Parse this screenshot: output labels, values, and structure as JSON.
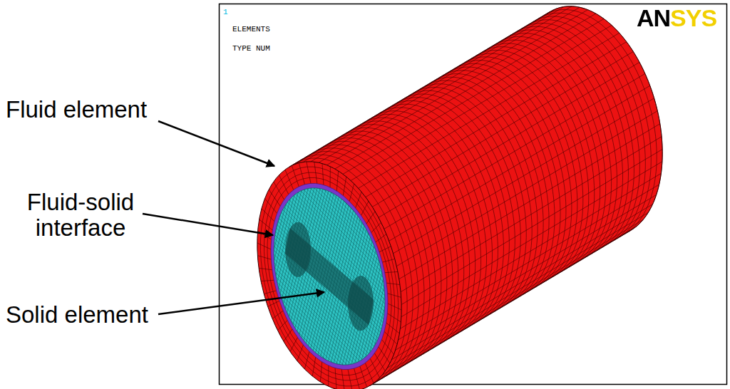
{
  "diagram": {
    "labels": [
      "Fluid element",
      "Fluid-solid interface",
      "Solid element",
      "1",
      "ELEMENTS",
      "TYPE NUM",
      "ANSYS"
    ]
  }
}
